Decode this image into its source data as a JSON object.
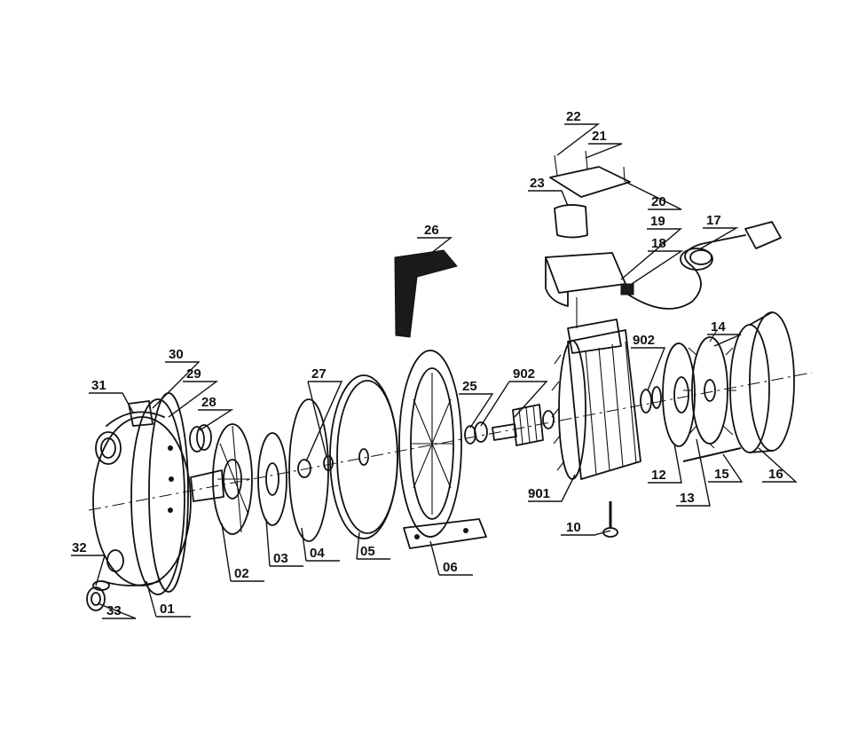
{
  "diagram": {
    "type": "exploded-parts-view",
    "callouts": {
      "p01": "01",
      "p02": "02",
      "p03": "03",
      "p04": "04",
      "p05": "05",
      "p06": "06",
      "p10": "10",
      "p12": "12",
      "p13": "13",
      "p14": "14",
      "p15": "15",
      "p16": "16",
      "p17": "17",
      "p18": "18",
      "p19": "19",
      "p20": "20",
      "p21": "21",
      "p22": "22",
      "p23": "23",
      "p25": "25",
      "p26": "26",
      "p27": "27",
      "p28": "28",
      "p29": "29",
      "p30": "30",
      "p31": "31",
      "p32": "32",
      "p33": "33",
      "p901": "901",
      "p902a": "902",
      "p902b": "902"
    }
  }
}
